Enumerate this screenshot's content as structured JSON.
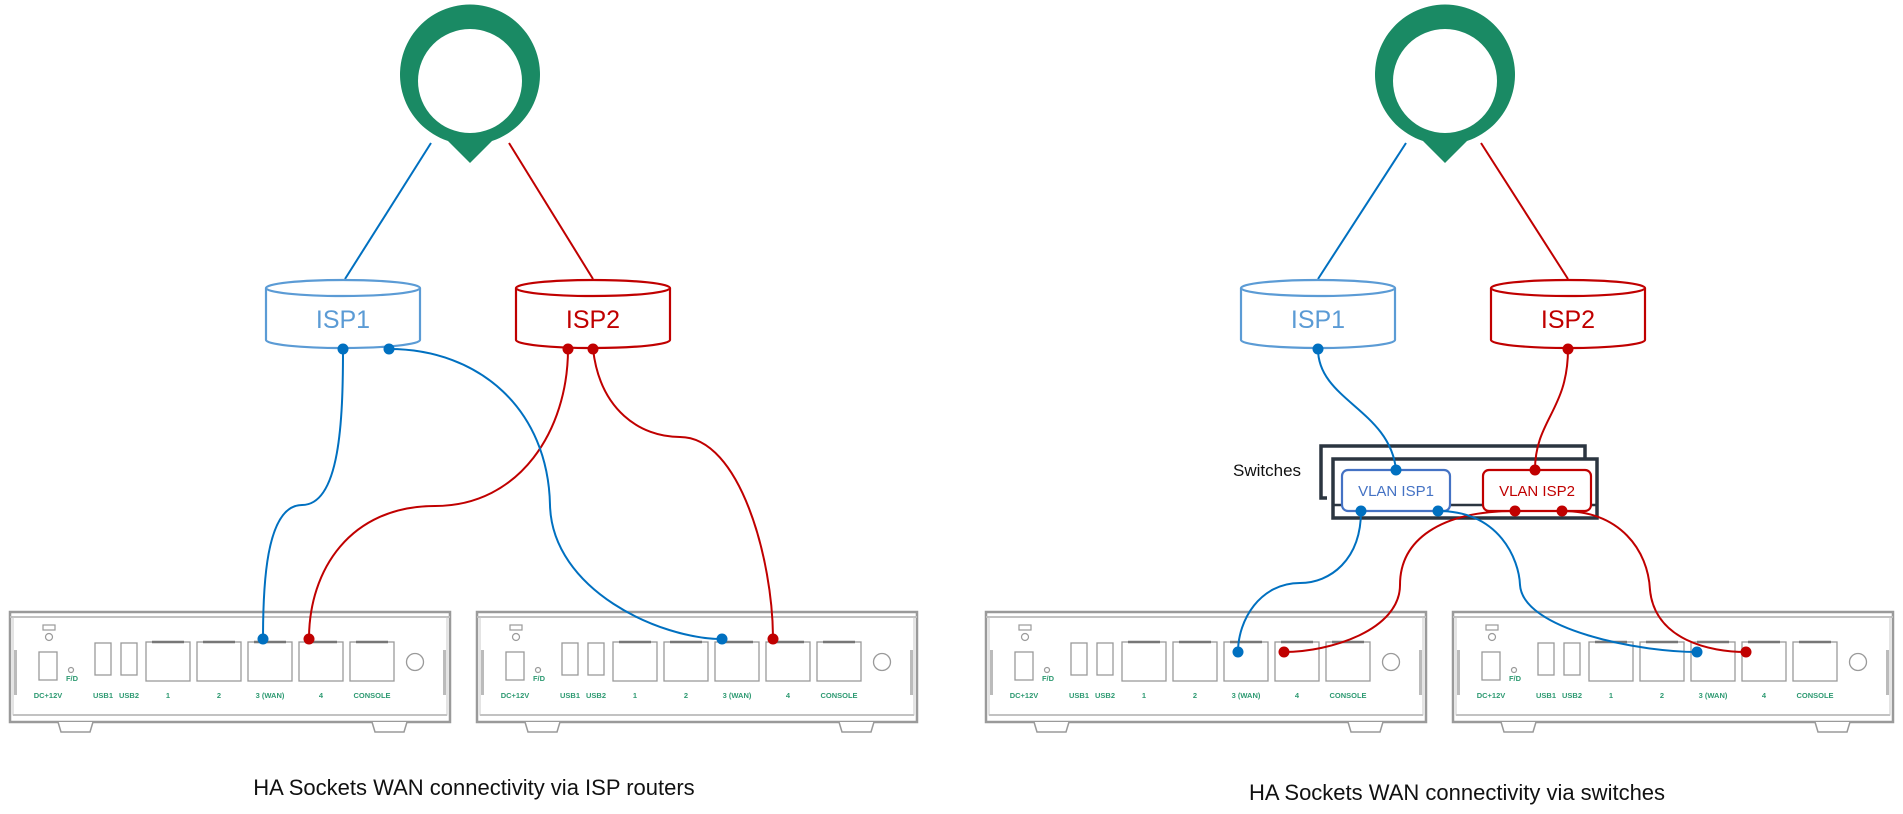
{
  "colors": {
    "pin": "#1a8a64",
    "isp1": "#5b9bd5",
    "isp1_link": "#0070c0",
    "isp2": "#c00000",
    "switch_frame": "#2b3540",
    "device_frame": "#9a9a9a",
    "port_label": "#2e9a72"
  },
  "port_labels": {
    "dc": "DC+12V",
    "fd": "F/D",
    "usb1": "USB1",
    "usb2": "USB2",
    "p1": "1",
    "p2": "2",
    "p3": "3 (WAN)",
    "p4": "4",
    "console": "CONSOLE"
  },
  "left_panel": {
    "cloud_icon": "location-pin",
    "isp1_label": "ISP1",
    "isp2_label": "ISP2",
    "caption": "HA Sockets WAN connectivity via ISP routers",
    "devices": [
      "socket-a",
      "socket-b"
    ]
  },
  "right_panel": {
    "cloud_icon": "location-pin",
    "isp1_label": "ISP1",
    "isp2_label": "ISP2",
    "switches_label": "Switches",
    "vlan1_label": "VLAN ISP1",
    "vlan2_label": "VLAN ISP2",
    "caption": "HA Sockets WAN connectivity via switches",
    "devices": [
      "socket-a",
      "socket-b"
    ]
  }
}
